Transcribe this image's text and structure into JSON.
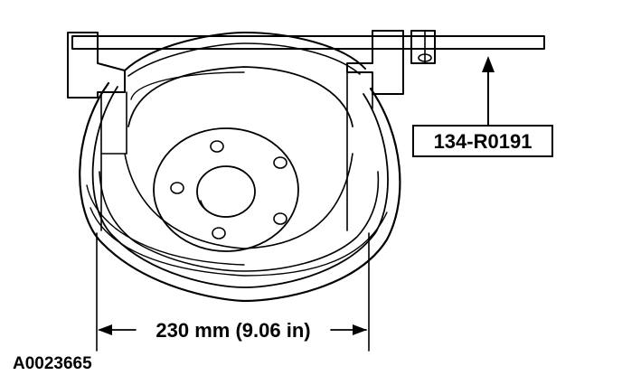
{
  "figure_id": "A0023665",
  "tool_number": "134-R0191",
  "dimension_label": "230 mm (9.06 in)"
}
